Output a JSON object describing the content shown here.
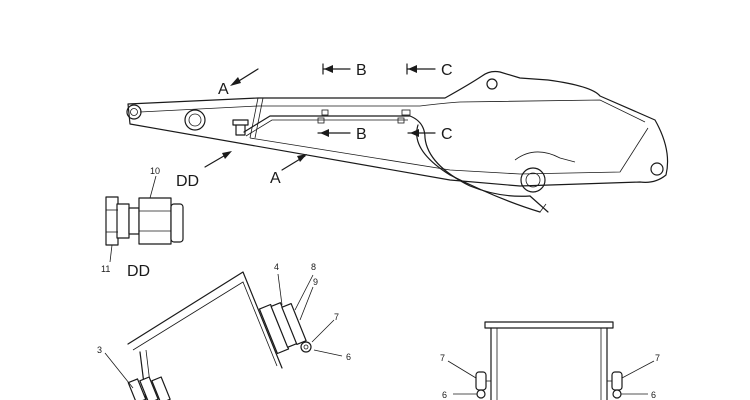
{
  "view_labels": {
    "a_top": "A",
    "a_bottom": "A",
    "b_top": "B",
    "b_mid": "B",
    "c_top": "C",
    "c_mid": "C",
    "dd_main": "DD",
    "dd_detail": "DD"
  },
  "callouts": {
    "n10": "10",
    "n11": "11",
    "n4": "4",
    "n8": "8",
    "n9": "9",
    "n7_left": "7",
    "n6_left": "6",
    "n3": "3",
    "n7_r1": "7",
    "n7_r2": "7",
    "n6_r1": "6",
    "n6_r2": "6"
  }
}
